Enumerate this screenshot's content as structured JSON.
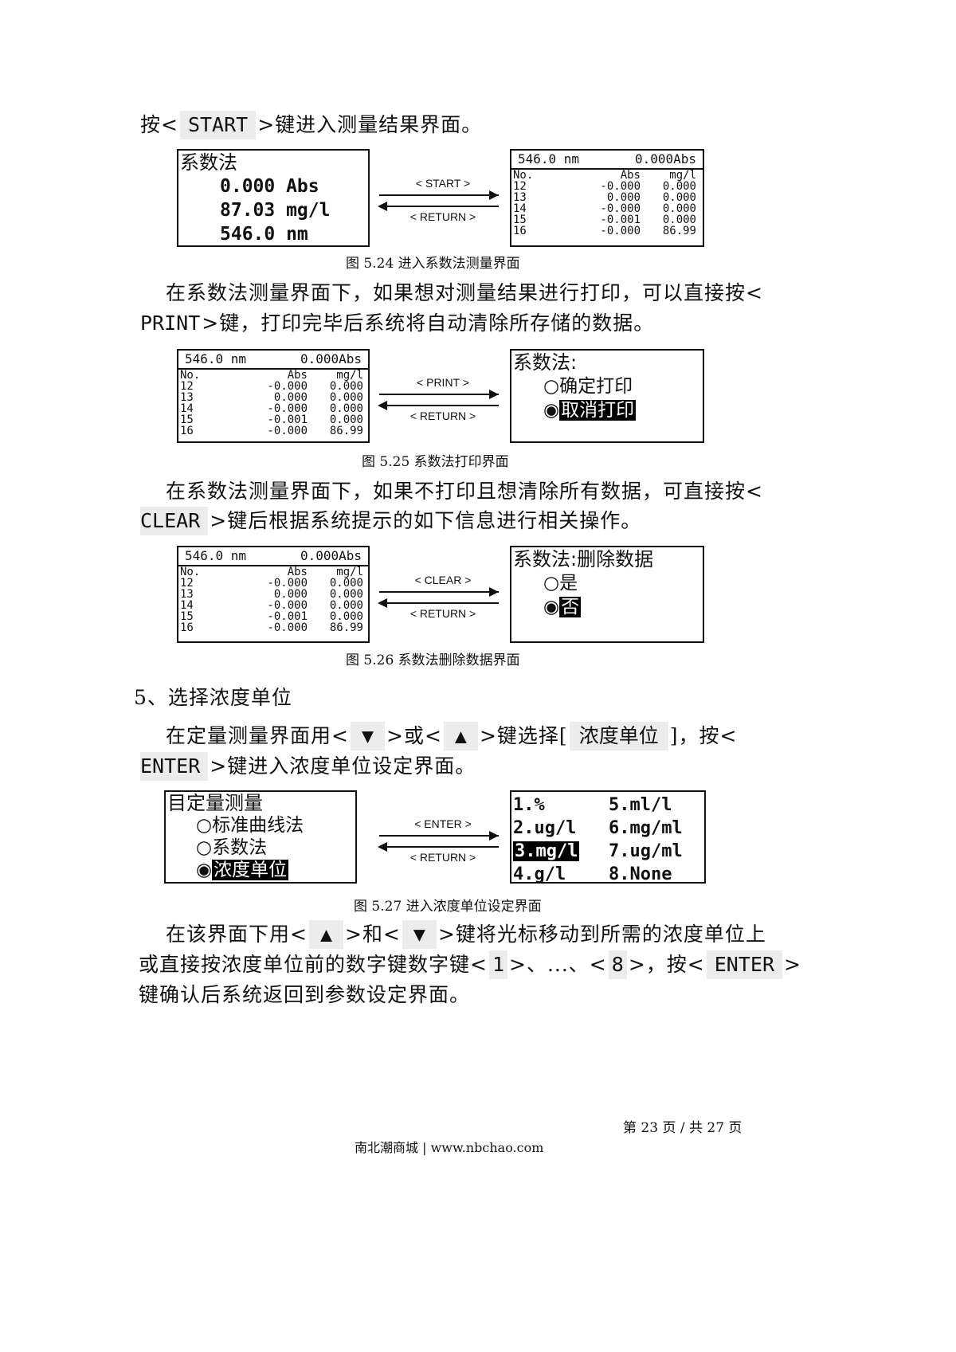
{
  "p1": {
    "pre": "按<",
    "key": "START",
    "post": ">键进入测量结果界面。"
  },
  "fig24": {
    "left": {
      "title": "系数法",
      "line1": "0.000 Abs",
      "line2": "87.03 mg/l",
      "line3": "546.0 nm"
    },
    "arrow_top": "< START >",
    "arrow_bottom": "< RETURN >",
    "caption": "图 5.24 进入系数法测量界面"
  },
  "table": {
    "header_left": "546.0 nm",
    "header_right": "0.000Abs",
    "columns": [
      "No.",
      "Abs",
      "mg/l"
    ],
    "rows": [
      [
        "12",
        "-0.000",
        "0.000"
      ],
      [
        "13",
        "0.000",
        "0.000"
      ],
      [
        "14",
        "-0.000",
        "0.000"
      ],
      [
        "15",
        "-0.001",
        "0.000"
      ],
      [
        "16",
        "-0.000",
        "86.99"
      ]
    ]
  },
  "p2": {
    "line1": "在系数法测量界面下，如果想对测量结果进行打印，可以直接按<",
    "key": "PRINT",
    "post": ">键，打印完毕后系统将自动清除所存储的数据。"
  },
  "fig25": {
    "right": {
      "title": "系数法:",
      "opt1": "○确定打印",
      "opt2_mark": "◉",
      "opt2": "取消打印"
    },
    "arrow_top": "< PRINT >",
    "arrow_bottom": "< RETURN >",
    "caption": "图 5.25 系数法打印界面"
  },
  "p3": {
    "line1": "在系数法测量界面下，如果不打印且想清除所有数据，可直接按<",
    "key": "CLEAR",
    "post": ">键后根据系统提示的如下信息进行相关操作。"
  },
  "fig26": {
    "right": {
      "title": "系数法:删除数据",
      "opt1": "○是",
      "opt2_mark": "◉",
      "opt2": "否"
    },
    "arrow_top": "< CLEAR >",
    "arrow_bottom": "< RETURN >",
    "caption": "图 5.26 系数法删除数据界面"
  },
  "section5": "5、选择浓度单位",
  "p4": {
    "pre": "在定量测量界面用<",
    "key_down": "▼",
    "mid1": ">或<",
    "key_up": "▲",
    "mid2": ">键选择[",
    "key_item": "浓度单位",
    "mid3": "]，按<",
    "key_enter": "ENTER",
    "post": ">键进入浓度单位设定界面。"
  },
  "fig27": {
    "left": {
      "title": "目定量测量",
      "opt1": "○标准曲线法",
      "opt2": "○系数法",
      "opt3_mark": "◉",
      "opt3": "浓度单位"
    },
    "arrow_top": "< ENTER >",
    "arrow_bottom": "< RETURN >",
    "units": [
      "1.%",
      "5.ml/l",
      "2.ug/l",
      "6.mg/ml",
      "3.mg/l",
      "7.ug/ml",
      "4.g/l",
      "8.None"
    ],
    "caption": "图 5.27 进入浓度单位设定界面"
  },
  "p5": {
    "pre": "在该界面下用<",
    "key_up": "▲",
    "mid1": ">和<",
    "key_down": "▼",
    "mid2": ">键将光标移动到所需的浓度单位上",
    "line2_pre": "或直接按浓度单位前的数字键数字键<",
    "key_1": "1",
    "mid3": ">、...、<",
    "key_8": "8",
    "mid4": ">，按<",
    "key_enter": "ENTER",
    "mid5": ">",
    "line3": "键确认后系统返回到参数设定界面。"
  },
  "page_num": "第 23 页 / 共 27 页",
  "footer": "南北潮商城 | www.nbchao.com"
}
